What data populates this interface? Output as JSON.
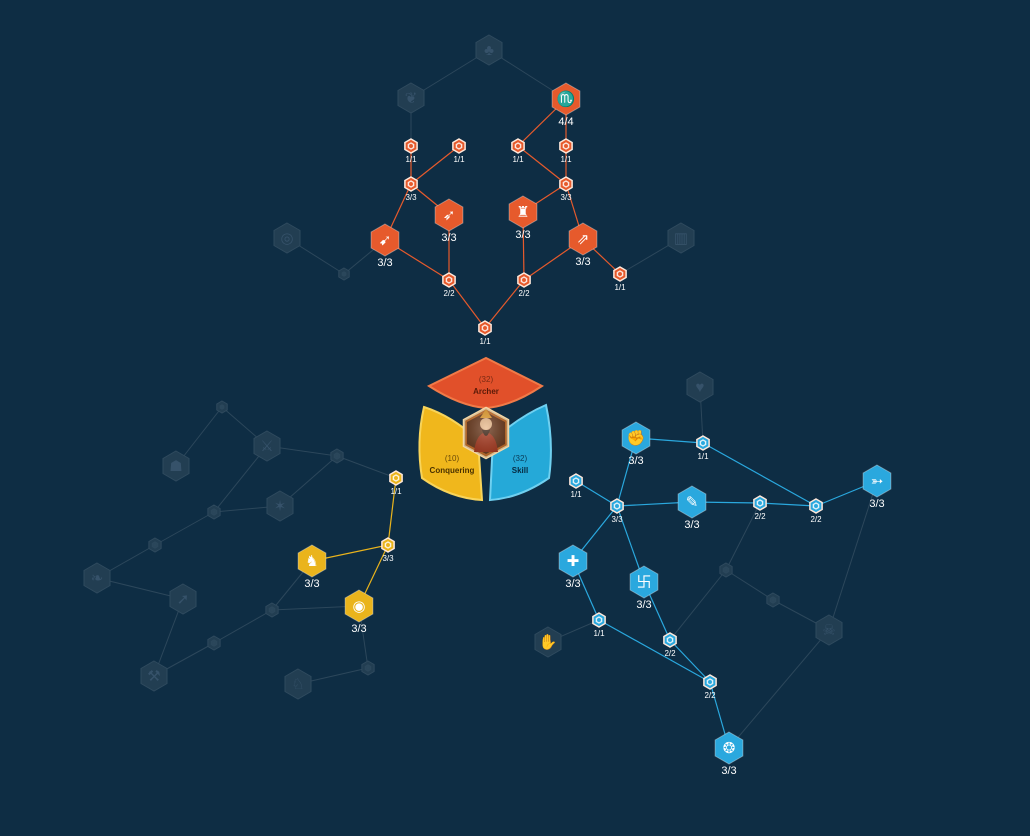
{
  "center": {
    "segments": {
      "archer": {
        "name": "Archer",
        "points": "(32)",
        "color": "#e1502a"
      },
      "conquering": {
        "name": "Conquering",
        "points": "(10)",
        "color": "#f0b71c"
      },
      "skill": {
        "name": "Skill",
        "points": "(32)",
        "color": "#25a9d8"
      }
    },
    "portrait": "commander-portrait"
  },
  "colors": {
    "archer": "#e65a2c",
    "conquering": "#eab41c",
    "skill": "#2aa8de",
    "inactive": "#2e4a5e",
    "background": "#0e2d44"
  },
  "labels": {
    "a_scorpion": "4/4",
    "a_s1": "1/1",
    "a_s2": "1/1",
    "a_s3": "1/1",
    "a_s4": "1/1",
    "a_s5": "3/3",
    "a_s6": "3/3",
    "a_bow": "3/3",
    "a_armor": "3/3",
    "a_volley": "3/3",
    "a_arrows": "3/3",
    "a_s7": "2/2",
    "a_s8": "2/2",
    "a_s9": "1/1",
    "a_s10": "1/1",
    "c_s1": "1/1",
    "c_s2": "3/3",
    "c_rider": "3/3",
    "c_shield": "3/3",
    "s_fist": "3/3",
    "s_s1": "1/1",
    "s_s2": "1/1",
    "s_s3": "3/3",
    "s_scroll": "3/3",
    "s_s4": "2/2",
    "s_s5": "2/2",
    "s_wing": "3/3",
    "s_cross": "3/3",
    "s_rune": "3/3",
    "s_s6": "1/1",
    "s_s7": "2/2",
    "s_s8": "2/2",
    "s_bottom": "3/3"
  }
}
